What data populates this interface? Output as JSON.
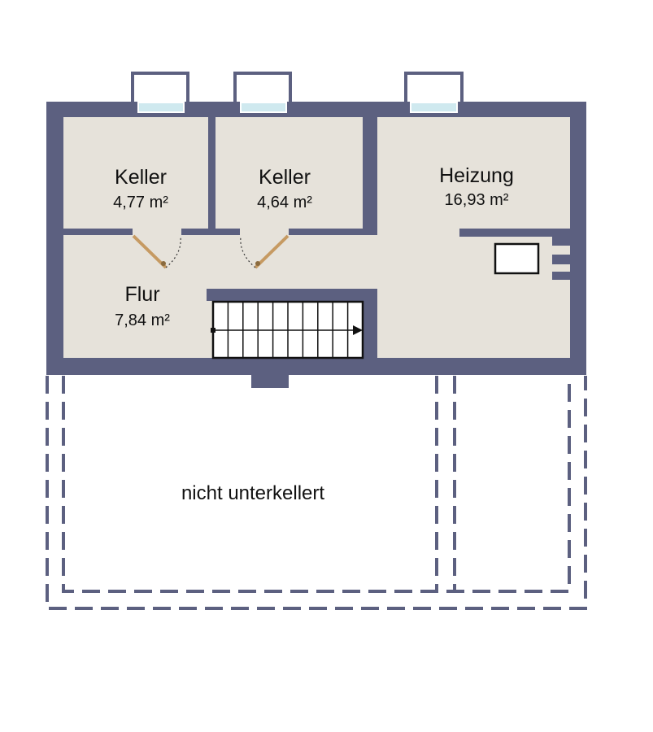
{
  "colors": {
    "wall": "#5c6080",
    "floor": "#e6e2da",
    "window_glass": "#cfe9ef",
    "door_leaf": "#c69a62",
    "stairs": "#111111",
    "dashed_outline": "#5c6080",
    "background": "#ffffff"
  },
  "rooms": {
    "keller1": {
      "name": "Keller",
      "area": "4,77 m²"
    },
    "keller2": {
      "name": "Keller",
      "area": "4,64 m²"
    },
    "heizung": {
      "name": "Heizung",
      "area": "16,93 m²"
    },
    "flur": {
      "name": "Flur",
      "area": "7,84 m²"
    }
  },
  "unexcavated": {
    "label": "nicht unterkellert"
  },
  "icons": [
    "window-icon",
    "door-swing-icon",
    "staircase-icon",
    "boiler-icon"
  ]
}
